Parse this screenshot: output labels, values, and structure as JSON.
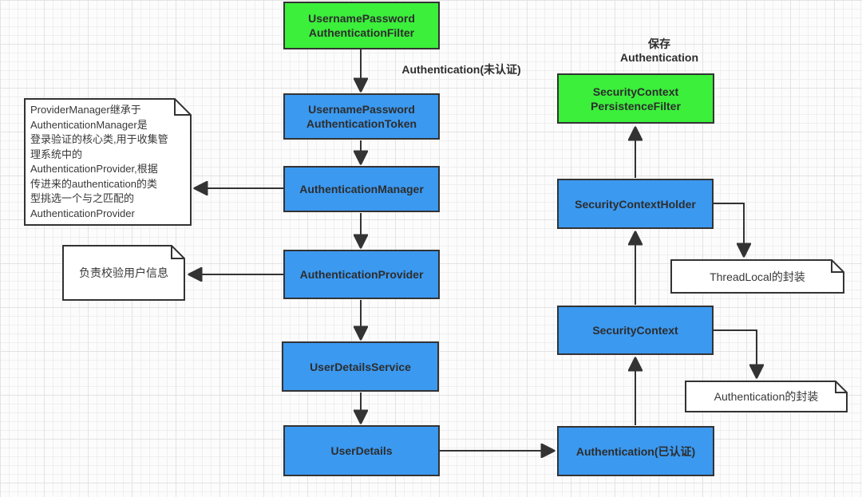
{
  "diagram": {
    "colors": {
      "green": "#3bef3b",
      "blue": "#3b99f0",
      "border": "#333333",
      "arrow": "#333333",
      "note_bg": "#ffffff",
      "grid_minor": "#efefef",
      "grid_major": "#e3e3e3"
    },
    "nodes": {
      "filter": {
        "label": "UsernamePassword\nAuthenticationFilter"
      },
      "token": {
        "label": "UsernamePassword\nAuthenticationToken"
      },
      "auth_manager": {
        "label": "AuthenticationManager"
      },
      "auth_provider": {
        "label": "AuthenticationProvider"
      },
      "user_details_service": {
        "label": "UserDetailsService"
      },
      "user_details": {
        "label": "UserDetails"
      },
      "auth_authenticated": {
        "label": "Authentication(已认证)"
      },
      "security_context": {
        "label": "SecurityContext"
      },
      "security_context_holder": {
        "label": "SecurityContextHolder"
      },
      "persistence_filter": {
        "label": "SecurityContext\nPersistenceFilter"
      }
    },
    "notes": {
      "provider_manager": {
        "text": "ProviderManager继承于\nAuthenticationManager是\n登录验证的核心类,用于收集管\n理系统中的\nAuthenticationProvider,根据\n传进来的authentication的类\n型挑选一个与之匹配的\nAuthenticationProvider"
      },
      "verify_user": {
        "text": "负责校验用户信息"
      },
      "thread_local": {
        "text": "ThreadLocal的封装"
      },
      "auth_wrap": {
        "text": "Authentication的封装"
      }
    },
    "labels": {
      "unauthenticated": "Authentication(未认证)",
      "save_authentication": "保存\nAuthentication"
    }
  }
}
